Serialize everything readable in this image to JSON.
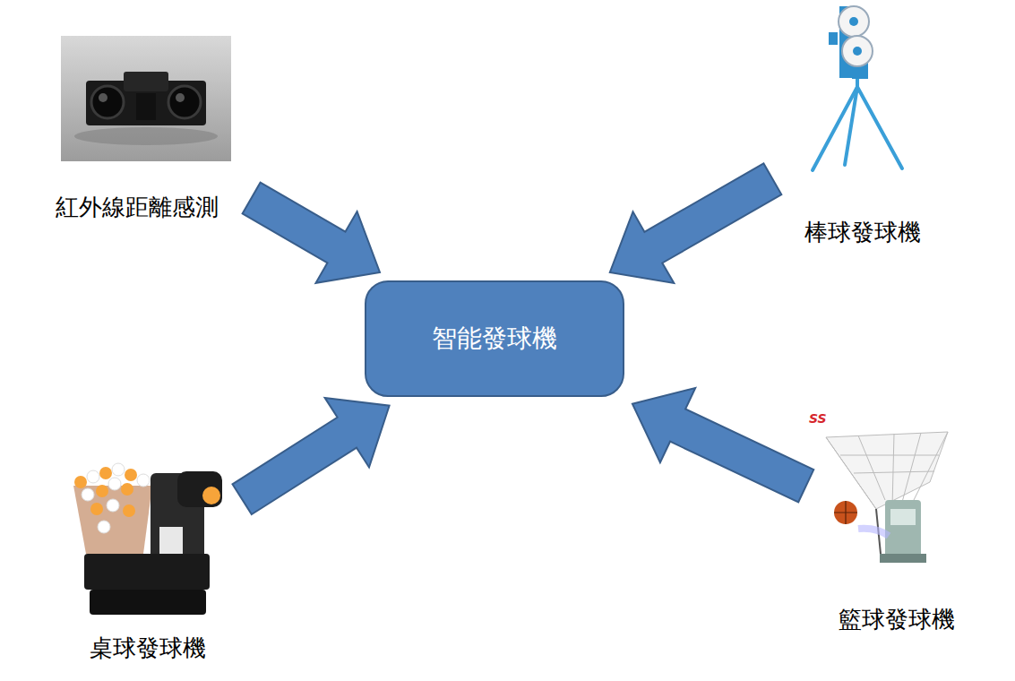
{
  "diagram": {
    "nodes": [
      {
        "text": [
          "紅外線距離感測"
        ]
      },
      {
        "text": [
          "棒球發球機"
        ]
      },
      {
        "text": [
          "智能發球機"
        ]
      },
      {
        "text": [
          "桌球發球機"
        ]
      },
      {
        "text": [
          "籃球發球機"
        ]
      }
    ],
    "edges": [
      {
        "from": 0,
        "to": 2,
        "arrow": "to"
      },
      {
        "from": 1,
        "to": 2,
        "arrow": "to"
      },
      {
        "from": 3,
        "to": 2,
        "arrow": "to"
      },
      {
        "from": 4,
        "to": 2,
        "arrow": "to"
      }
    ],
    "labels": [
      "SS"
    ]
  }
}
